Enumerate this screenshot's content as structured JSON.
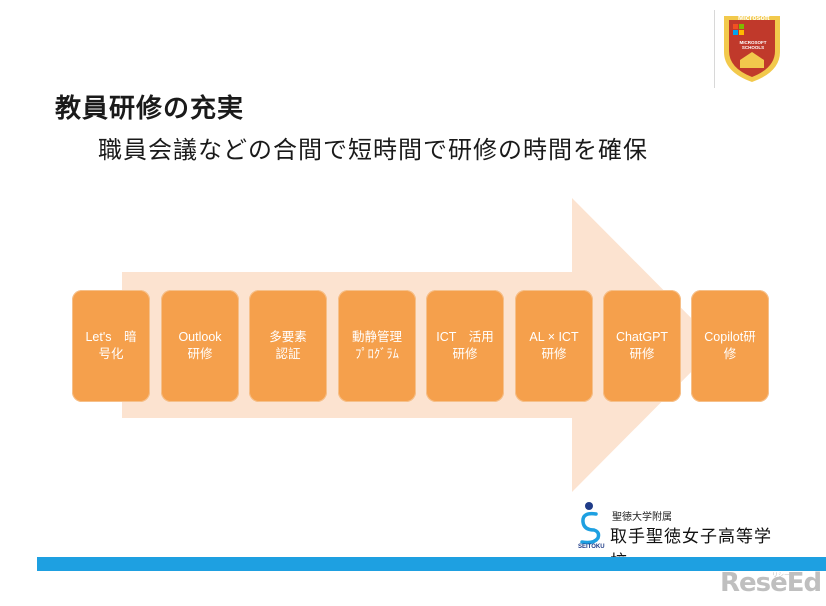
{
  "header": {
    "title": "教員研修の充実",
    "subtitle": "職員会議などの合間で短時間で研修の時間を確保"
  },
  "badge": {
    "brand": "Microsoft",
    "label": "MICROSOFT SCHOOLS",
    "colors": {
      "outer": "#f2c94c",
      "inner": "#c0392b"
    }
  },
  "steps": [
    {
      "label": "Let's　暗\n号化"
    },
    {
      "label": "Outlook\n研修"
    },
    {
      "label": "多要素\n認証"
    },
    {
      "label": "動静管理\nﾌﾟﾛｸﾞﾗﾑ"
    },
    {
      "label": "ICT　活用\n研修"
    },
    {
      "label": "AL × ICT\n研修"
    },
    {
      "label": "ChatGPT\n研修"
    },
    {
      "label": "Copilot研\n修"
    }
  ],
  "school": {
    "affiliation": "聖徳大学附属",
    "name": "取手聖徳女子高等学校",
    "mark_text": "SEITOKU"
  },
  "watermark": {
    "text": "ReseEd",
    "small": "リシード"
  },
  "colors": {
    "box": "#f5a04c",
    "arrow": "#fce4d2",
    "bar": "#1ea0e1"
  }
}
